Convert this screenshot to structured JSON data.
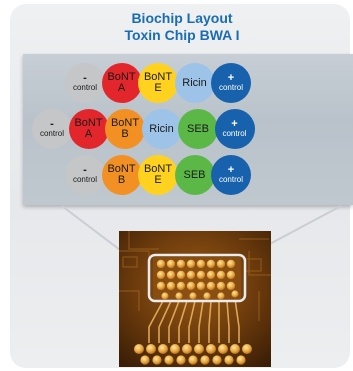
{
  "title": {
    "line1": "Biochip Layout",
    "line2": "Toxin Chip BWA I"
  },
  "colors": {
    "title": "#1b6db3",
    "control_negative": "#c5c6c8",
    "bont_a": "#e3262b",
    "bont_e": "#ffd21f",
    "bont_b": "#f39024",
    "ricin": "#9dc3e8",
    "seb": "#5bb847",
    "control_positive": "#1761ad"
  },
  "rows": [
    [
      {
        "kind": "neg",
        "top": "-",
        "bottom": "control"
      },
      {
        "kind": "bont_a",
        "top": "BoNT",
        "bottom": "A"
      },
      {
        "kind": "bont_e",
        "top": "BoNT",
        "bottom": "E"
      },
      {
        "kind": "ricin",
        "top": "Ricin",
        "bottom": ""
      },
      {
        "kind": "pos",
        "top": "+",
        "bottom": "control"
      }
    ],
    [
      {
        "kind": "neg",
        "top": "-",
        "bottom": "control"
      },
      {
        "kind": "bont_a",
        "top": "BoNT",
        "bottom": "A"
      },
      {
        "kind": "bont_b",
        "top": "BoNT",
        "bottom": "B"
      },
      {
        "kind": "ricin",
        "top": "Ricin",
        "bottom": ""
      },
      {
        "kind": "seb",
        "top": "SEB",
        "bottom": ""
      },
      {
        "kind": "pos",
        "top": "+",
        "bottom": "control"
      }
    ],
    [
      {
        "kind": "neg",
        "top": "-",
        "bottom": "control"
      },
      {
        "kind": "bont_b",
        "top": "BoNT",
        "bottom": "B"
      },
      {
        "kind": "bont_e",
        "top": "BoNT",
        "bottom": "E"
      },
      {
        "kind": "seb",
        "top": "SEB",
        "bottom": ""
      },
      {
        "kind": "pos",
        "top": "+",
        "bottom": "control"
      }
    ]
  ]
}
